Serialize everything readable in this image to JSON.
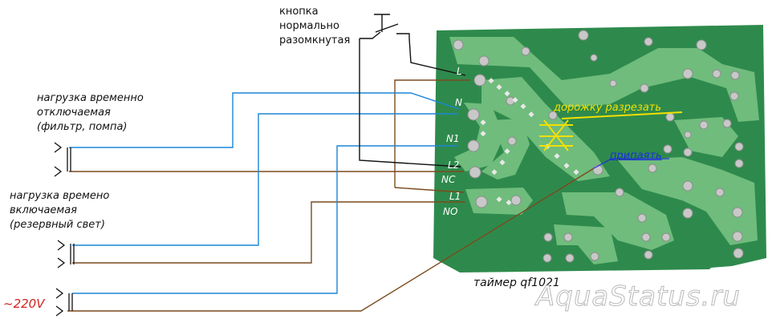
{
  "labels": {
    "button": [
      "кнопка",
      "нормально",
      "разомкнутая"
    ],
    "load_off": [
      "нагрузка временно",
      "отключаемая",
      "(фильтр,  помпа)"
    ],
    "load_on": [
      "нагрузка времено",
      "включаемая",
      "(резервный свет)"
    ],
    "mains": "~220V",
    "cut_trace": "дорожку разрезать",
    "solder": "припаять",
    "timer": "таймер qf1021",
    "watermark": "AquaStatus.ru"
  },
  "pins": [
    "L",
    "N",
    "N1",
    "L2",
    "NC",
    "L1",
    "NO"
  ],
  "colors": {
    "board": "#2e8a4c",
    "trace": "#6fbc7c",
    "pad": "#c8c8c8",
    "wire_blue": "#1b86d6",
    "wire_brown": "#7b4a1e",
    "wire_black": "#111111",
    "cut_mark": "#f3e000",
    "solder_text": "#1c2fd6"
  }
}
